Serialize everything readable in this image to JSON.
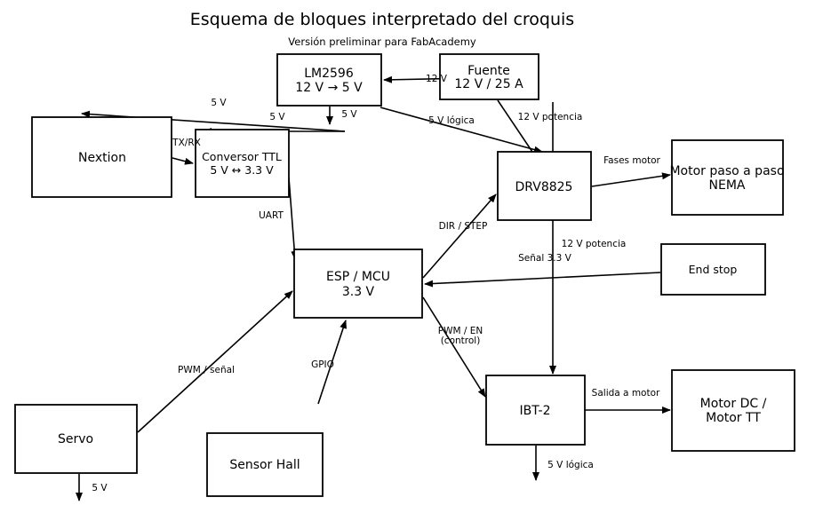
{
  "title": "Esquema de bloques interpretado del croquis",
  "subtitle": "Versión preliminar para FabAcademy",
  "blocks": {
    "lm2596": [
      "LM2596",
      "12 V → 5 V"
    ],
    "fuente": [
      "Fuente",
      "12 V / 25 A"
    ],
    "nextion": [
      "Nextion"
    ],
    "conversor": [
      "Conversor TTL",
      "5 V ↔ 3.3 V"
    ],
    "drv8825": [
      "DRV8825"
    ],
    "motor_paso": [
      "Motor paso a paso",
      "NEMA"
    ],
    "esp": [
      "ESP / MCU",
      "3.3 V"
    ],
    "endstop": [
      "End stop"
    ],
    "servo": [
      "Servo"
    ],
    "sensor_hall": [
      "Sensor Hall"
    ],
    "ibt2": [
      "IBT-2"
    ],
    "motor_dc": [
      "Motor DC /",
      "Motor TT"
    ]
  },
  "labels": {
    "l_12v_top": "12 V",
    "l_5v_a": "5 V",
    "l_5v_b": "5 V",
    "l_5v_c": "5 V",
    "l_5v_logica": "5 V lógica",
    "l_12v_potencia_a": "12 V potencia",
    "l_txrx": "TX/RX",
    "l_fases": "Fases motor",
    "l_uart": "UART",
    "l_dirstep": "DIR / STEP",
    "l_12v_potencia_b": "12 V potencia",
    "l_senal33": "Señal 3.3 V",
    "l_pwm_en_1": "PWM / EN",
    "l_pwm_en_2": "(control)",
    "l_pwm_senal": "PWM / señal",
    "l_gpio": "GPIO",
    "l_salida": "Salida a motor",
    "l_5v_logica_b": "5 V lógica",
    "l_5v_servo": "5 V"
  }
}
